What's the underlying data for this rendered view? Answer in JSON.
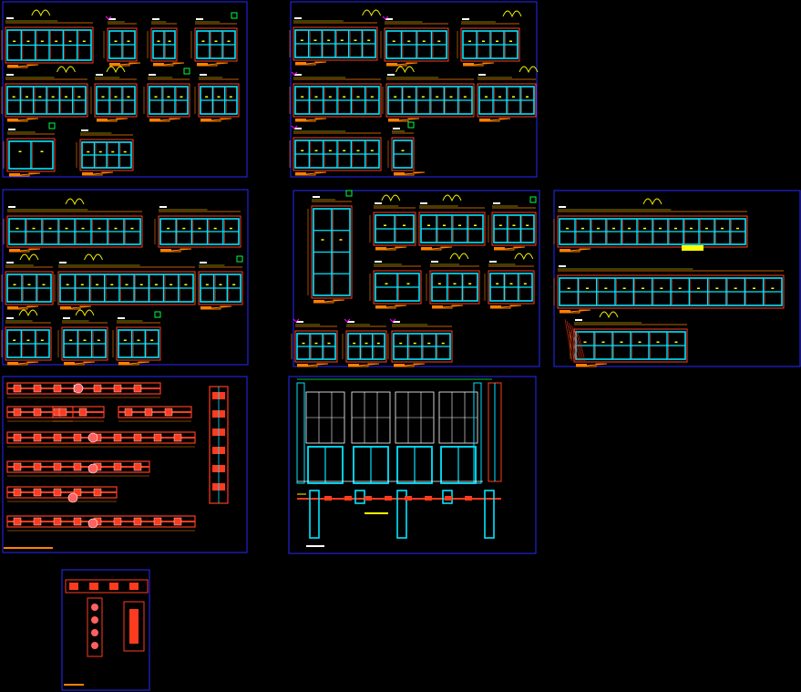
{
  "canvas": {
    "background": "#000000"
  },
  "colors": {
    "frame": "#2828ff",
    "glass": "#00e5ff",
    "mullion": "#ff3b1f",
    "dimension": "#ff8000",
    "annotation": "#ffff00",
    "section": "#ff00ff",
    "hatch": "#00ff40",
    "text": "#ffffff"
  },
  "sheets": [
    {
      "id": "sheet-1",
      "kind": "window-elevations"
    },
    {
      "id": "sheet-2",
      "kind": "window-elevations"
    },
    {
      "id": "sheet-3",
      "kind": "window-elevations"
    },
    {
      "id": "sheet-4",
      "kind": "door-window-elevations"
    },
    {
      "id": "sheet-5",
      "kind": "long-facade-elevations"
    },
    {
      "id": "sheet-6",
      "kind": "horizontal-sections"
    },
    {
      "id": "sheet-7",
      "kind": "storefront-elevation-plan"
    },
    {
      "id": "sheet-8",
      "kind": "section-details"
    }
  ]
}
